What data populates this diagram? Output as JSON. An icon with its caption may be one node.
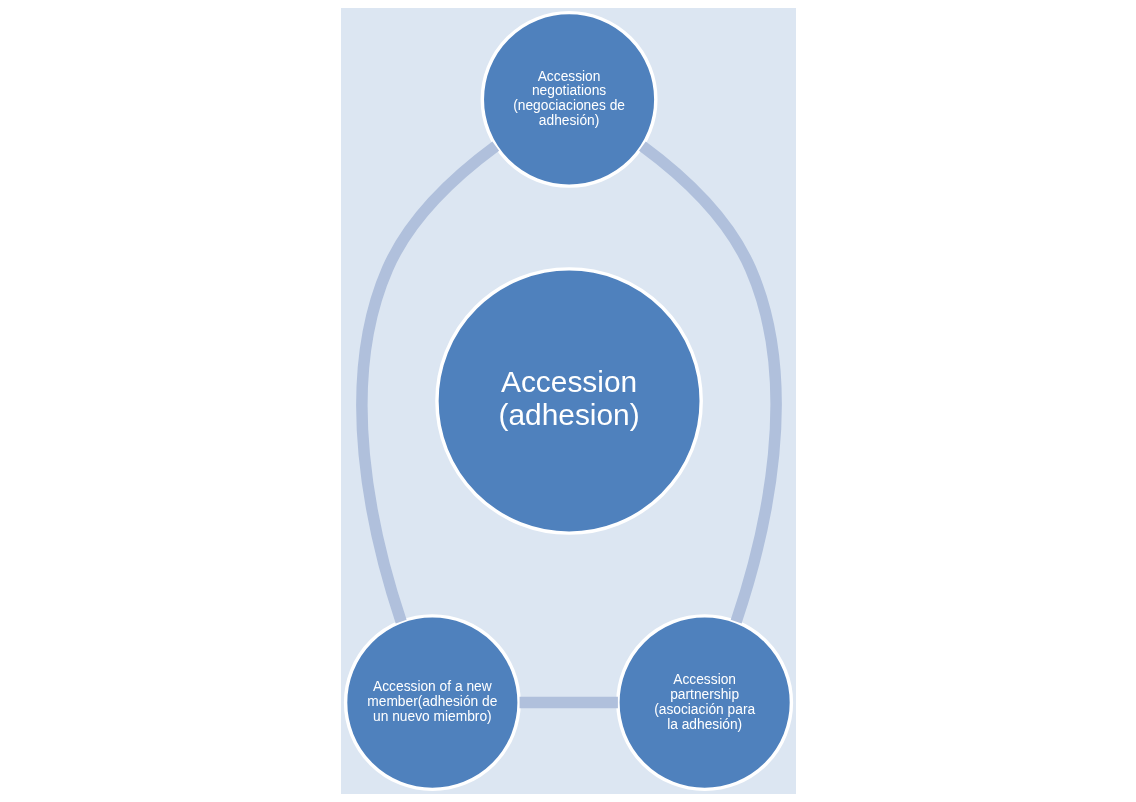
{
  "diagram": {
    "nodes": [
      {
        "text": [
          "Accession negotiations (negociaciones de adhesión)"
        ]
      },
      {
        "text": [
          "Accession (adhesion)"
        ]
      },
      {
        "text": [
          "Accession partnership (asociación para la adhesión)"
        ]
      },
      {
        "text": [
          "Accession of a new member(adhesión de un nuevo miembro)"
        ]
      }
    ],
    "edges": [
      {
        "from": 0,
        "to": 3,
        "arrow": "none"
      },
      {
        "from": 3,
        "to": 2,
        "arrow": "none"
      },
      {
        "from": 2,
        "to": 0,
        "arrow": "none"
      }
    ]
  }
}
